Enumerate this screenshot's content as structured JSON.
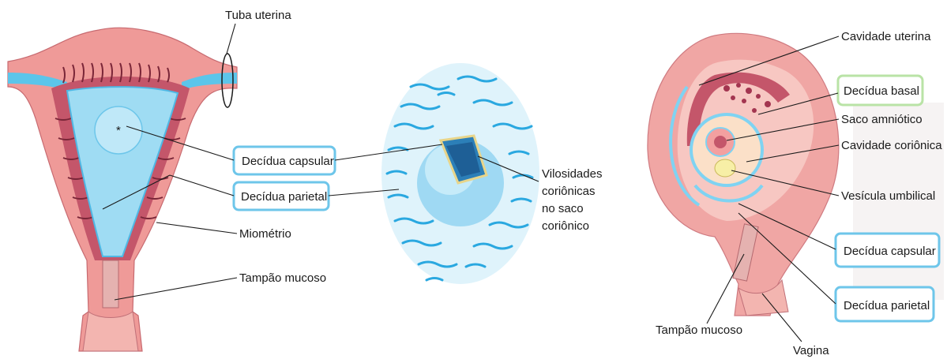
{
  "colors": {
    "box_blue": "#6ec6ea",
    "box_green": "#b9e3a6",
    "tissue_pink": "#ee8f8f",
    "tissue_dark": "#c0485a",
    "cavity_blue": "#7fd3f2",
    "light_blue": "#d6f1fb",
    "yolk": "#f7efa6"
  },
  "left_diagram": {
    "tuba_uterina": "Tuba uterina",
    "asterisk": "*",
    "decidua_capsular": "Decídua capsular",
    "decidua_parietal": "Decídua parietal",
    "miometrio": "Miométrio",
    "tampao_mucoso": "Tampão mucoso"
  },
  "middle_diagram": {
    "vilosidades_line1": "Vilosidades",
    "vilosidades_line2": "coriônicas",
    "vilosidades_line3": "no saco",
    "vilosidades_line4": "coriônico"
  },
  "right_diagram": {
    "cavidade_uterina": "Cavidade uterina",
    "decidua_basal": "Decídua basal",
    "saco_amniotico": "Saco amniótico",
    "cavidade_corionica": "Cavidade coriônica",
    "vesicula_umbilical": "Vesícula umbilical",
    "decidua_capsular": "Decídua capsular",
    "decidua_parietal": "Decídua parietal",
    "tampao_mucoso": "Tampão mucoso",
    "vagina": "Vagina"
  }
}
